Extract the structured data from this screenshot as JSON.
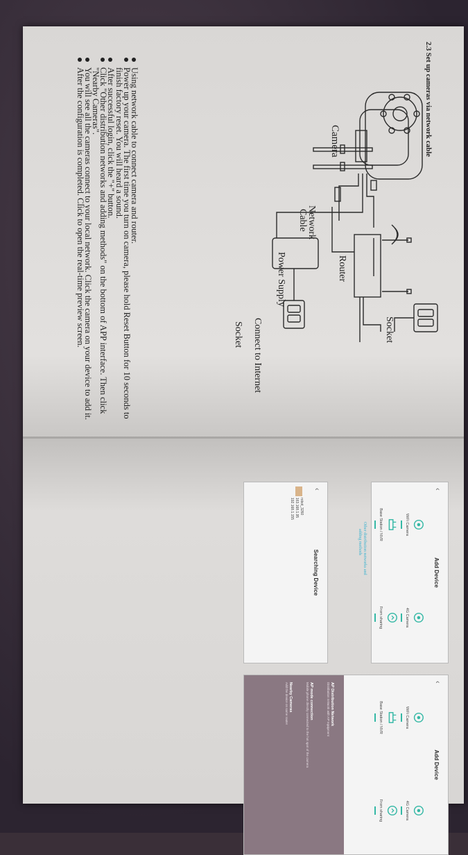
{
  "manual": {
    "section_title": "2.3 Set up cameras via network cable",
    "labels": {
      "camera": "Camera",
      "network_cable_line1": "Network",
      "network_cable_line2": "Cable",
      "router": "Router",
      "socket_top": "Socket",
      "socket_bottom": "Socket",
      "power_supply": "Power Supply",
      "connect_internet": "Connect to Internet"
    },
    "instructions": [
      "Using network cable to connect camera and router.",
      "Power up your camera. The first time you turn on camera, please hold Reset Button for 10 seconds to finish factory reset. You will heard a sound.",
      "After successful login, click the \"+\" button.",
      "Click \"Other distribution networks and adding methods\" on the bottom of APP interface. Then click \"Nearby Cameras\".",
      "You will see all the cameras connect to your local network. Click the camera on your device to add it.",
      "After the configuration is completed. Click to open the real-time preview screen."
    ]
  },
  "app_screen_1": {
    "title": "Add Device",
    "tiles": [
      {
        "label": "WiFi Camera",
        "icon": "camera-icon"
      },
      {
        "label": "4G Camera",
        "icon": "camera-icon"
      },
      {
        "label": "Base Station / NVR",
        "icon": "nvr-icon"
      },
      {
        "label": "From sharing",
        "icon": "share-icon"
      }
    ],
    "other_link_line1": "Other distribution networks and",
    "other_link_line2": "adding methods"
  },
  "app_screen_2": {
    "title": "Searching Device",
    "result_name": "robot_3260",
    "result_line2": "163.168.1.95",
    "result_line3": "192.168.1.155"
  },
  "app_screen_3": {
    "title": "Add Device",
    "tiles": [
      {
        "label": "WiFi Camera",
        "icon": "camera-icon"
      },
      {
        "label": "4G Camera",
        "icon": "camera-icon"
      },
      {
        "label": "Base Station / NVR",
        "icon": "nvr-icon"
      },
      {
        "label": "From sharing",
        "icon": "share-icon"
      }
    ],
    "menu": [
      {
        "title": "AP Distribution Network",
        "desc": "Distribution network with AP equipment"
      },
      {
        "title": "AP mode connection",
        "desc": "Mobile phone directly connected to the hot spot of the camera"
      },
      {
        "title": "Nearby Cameras",
        "desc": "Add the device on same router"
      }
    ]
  },
  "colors": {
    "accent": "#34b8a5",
    "link": "#3cb3d0",
    "overlay": "#8a7882"
  }
}
